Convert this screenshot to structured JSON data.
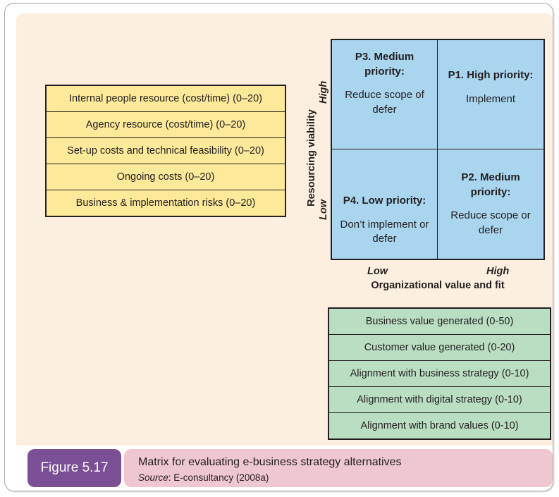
{
  "figure": {
    "badge_label": "Figure 5.17",
    "caption_title": "Matrix for evaluating e-business strategy alternatives",
    "source_label": "Source",
    "source_text": ": E-consultancy (2008a)"
  },
  "axes": {
    "y_title": "Resourcing viability",
    "y_high": "High",
    "y_low": "Low",
    "x_title": "Organizational value and fit",
    "x_low": "Low",
    "x_high": "High"
  },
  "resourcing_criteria": [
    {
      "label": "Internal people resource (cost/time) (0–20)"
    },
    {
      "label": "Agency resource (cost/time) (0–20)"
    },
    {
      "label": "Set-up costs and technical feasibility (0–20)"
    },
    {
      "label": "Ongoing costs (0–20)"
    },
    {
      "label": "Business & implementation risks (0–20)"
    }
  ],
  "value_criteria": [
    {
      "label": "Business value generated (0-50)"
    },
    {
      "label": "Customer value generated (0-20)"
    },
    {
      "label": "Alignment with business strategy (0-10)"
    },
    {
      "label": "Alignment with digital strategy (0-10)"
    },
    {
      "label": "Alignment with brand values (0-10)"
    }
  ],
  "quadrants": {
    "top_left": {
      "title": "P3. Medium priority:",
      "body": "Reduce scope of defer"
    },
    "top_right": {
      "title": "P1. High priority:",
      "body": "Implement"
    },
    "bottom_left": {
      "title": "P4. Low priority:",
      "body": "Don’t implement or defer"
    },
    "bottom_right": {
      "title": "P2. Medium priority:",
      "body": "Reduce scope or defer"
    }
  },
  "colors": {
    "panel_background": "#fcefe0",
    "resourcing_fill": "#fce99a",
    "value_fill": "#badec2",
    "matrix_fill": "#a9d5ef",
    "badge_fill": "#7a4f96",
    "caption_fill": "#efc7d0",
    "stroke": "#231f20"
  },
  "chart_data": {
    "type": "scatter",
    "title": "Matrix for evaluating e-business strategy alternatives",
    "xlabel": "Organizational value and fit",
    "ylabel": "Resourcing viability",
    "xticks": [
      "Low",
      "High"
    ],
    "yticks": [
      "Low",
      "High"
    ],
    "grid": true,
    "legend": "none",
    "cells": [
      {
        "x": "Low",
        "y": "High",
        "label": "P3. Medium priority:",
        "action": "Reduce scope of defer"
      },
      {
        "x": "High",
        "y": "High",
        "label": "P1. High priority:",
        "action": "Implement"
      },
      {
        "x": "Low",
        "y": "Low",
        "label": "P4. Low priority:",
        "action": "Don’t implement or defer"
      },
      {
        "x": "High",
        "y": "Low",
        "label": "P2. Medium priority:",
        "action": "Reduce scope or defer"
      }
    ]
  }
}
